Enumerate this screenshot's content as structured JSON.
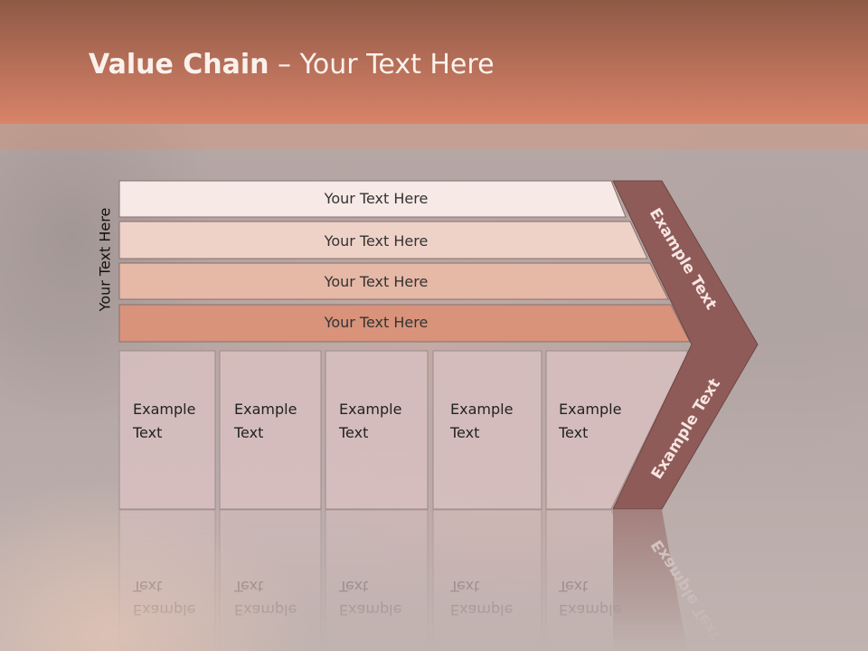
{
  "title": {
    "bold": "Value Chain",
    "rest": " – Your Text Here"
  },
  "side_label": "Your Text Here",
  "rows": [
    {
      "label": "Your Text Here",
      "color": "#f6e9e6"
    },
    {
      "label": "Your Text Here",
      "color": "#eed2c8"
    },
    {
      "label": "Your Text Here",
      "color": "#e6b8a6"
    },
    {
      "label": "Your Text Here",
      "color": "#d8937a"
    }
  ],
  "columns": [
    {
      "line1": "Example",
      "line2": "Text"
    },
    {
      "line1": "Example",
      "line2": "Text"
    },
    {
      "line1": "Example",
      "line2": "Text"
    },
    {
      "line1": "Example",
      "line2": "Text"
    },
    {
      "line1": "Example",
      "line2": "Text"
    }
  ],
  "chevron": {
    "top_label": "Example Text",
    "bottom_label": "Example Text",
    "color": "#8f5b59"
  },
  "colors": {
    "header": "#c8735a",
    "column_fill": "#d8c0c0",
    "column_border": "#9e8a8a"
  }
}
